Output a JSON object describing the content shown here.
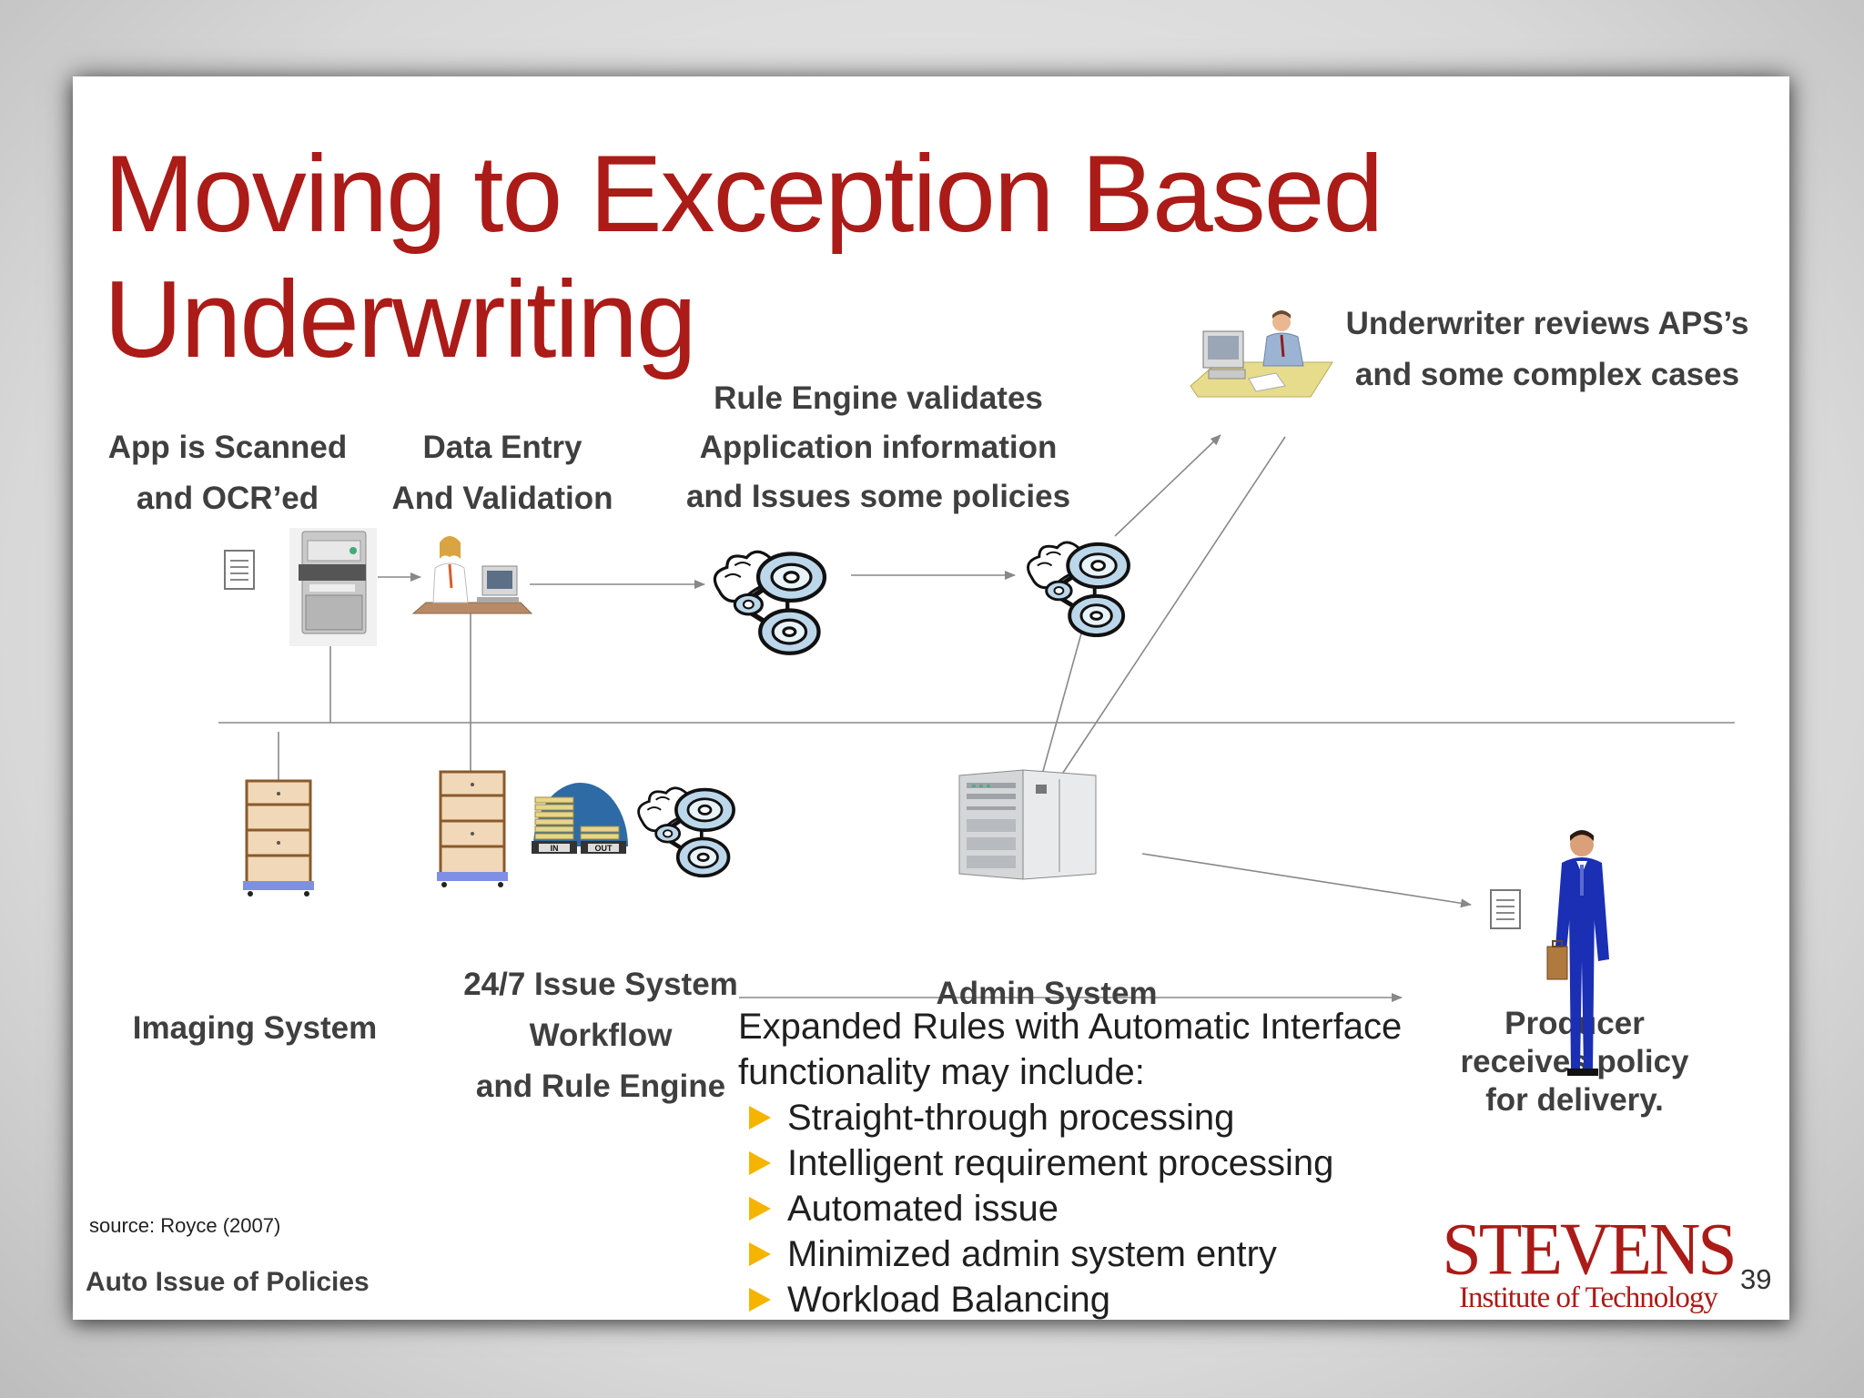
{
  "slide": {
    "title_line1": "Moving to Exception Based",
    "title_line2": "Underwriting",
    "page_number": "39",
    "footer": "Auto Issue of Policies",
    "source": "source: Royce (2007)"
  },
  "labels": {
    "scan_l1": "App is Scanned",
    "scan_l2": "and OCR’ed",
    "entry_l1": "Data Entry",
    "entry_l2": "And Validation",
    "rule_l1": "Rule Engine validates",
    "rule_l2": "Application information",
    "rule_l3": "and Issues some policies",
    "uw_l1": "Underwriter reviews APS’s",
    "uw_l2": "and some complex cases",
    "imaging": "Imaging System",
    "issue_l1": "24/7 Issue System",
    "issue_l2": "Workflow",
    "issue_l3": "and Rule Engine",
    "admin": "Admin System",
    "producer_l1": "Producer",
    "producer_l2": "receives policy",
    "producer_l3": "for delivery."
  },
  "rules": {
    "intro_l1": "Expanded Rules with Automatic Interface",
    "intro_l2": "functionality may include:",
    "items": [
      "Straight-through processing",
      "Intelligent requirement processing",
      "Automated issue",
      "Minimized admin system entry",
      "Workload Balancing"
    ]
  },
  "logo": {
    "name": "STEVENS",
    "subtitle": "Institute of Technology"
  },
  "colors": {
    "title": "#ab1b17",
    "label": "#3f3f3f",
    "bullet": "#f4b400",
    "line": "#888888"
  },
  "tray_labels": [
    "IN",
    "OUT"
  ]
}
